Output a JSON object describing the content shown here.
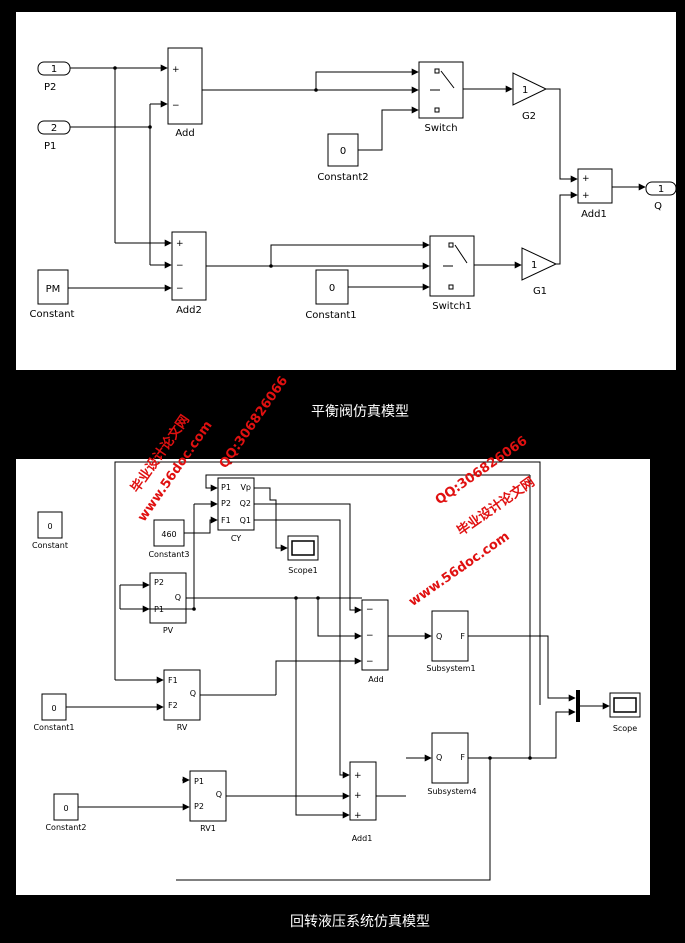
{
  "top": {
    "caption": "平衡阀仿真模型",
    "inports": [
      {
        "num": "1",
        "name": "P2"
      },
      {
        "num": "2",
        "name": "P1"
      }
    ],
    "outport": {
      "num": "1",
      "name": "Q"
    },
    "blocks": {
      "add": "Add",
      "add2": "Add2",
      "add1": "Add1",
      "switch": "Switch",
      "switch1": "Switch1",
      "g2": "G2",
      "g1": "G1",
      "constant": "Constant",
      "constant1": "Constant1",
      "constant2": "Constant2"
    },
    "values": {
      "constant": "PM",
      "constant1": "0",
      "constant2": "0",
      "g1": "1",
      "g2": "1"
    },
    "signs": {
      "plus": "+",
      "minus": "−"
    }
  },
  "bottom": {
    "caption": "回转液压系统仿真模型",
    "blocks": {
      "constant": "Constant",
      "constant1": "Constant1",
      "constant2": "Constant2",
      "constant3": "Constant3",
      "cy": "CY",
      "pv": "PV",
      "rv": "RV",
      "rv1": "RV1",
      "scope1": "Scope1",
      "scope": "Scope",
      "add": "Add",
      "add1": "Add1",
      "subsystem1": "Subsystem1",
      "subsystem4": "Subsystem4"
    },
    "values": {
      "constant": "0",
      "constant1": "0",
      "constant2": "0",
      "constant3": "460"
    },
    "ports": {
      "cy_in": [
        "P1",
        "P2",
        "F1"
      ],
      "cy_out": [
        "Vp",
        "Q2",
        "Q1"
      ],
      "pv_in": [
        "P2",
        "P1"
      ],
      "pv_out": "Q",
      "rv_in": [
        "F1",
        "F2"
      ],
      "rv_out": "Q",
      "rv1_in": [
        "P1",
        "P2"
      ],
      "rv1_out": "Q",
      "sub_in": "Q",
      "sub_out": "F"
    }
  },
  "watermarks": [
    {
      "text": "毕业设计论文网"
    },
    {
      "text": "www.56doc.com"
    },
    {
      "text": "QQ:306826066"
    }
  ]
}
